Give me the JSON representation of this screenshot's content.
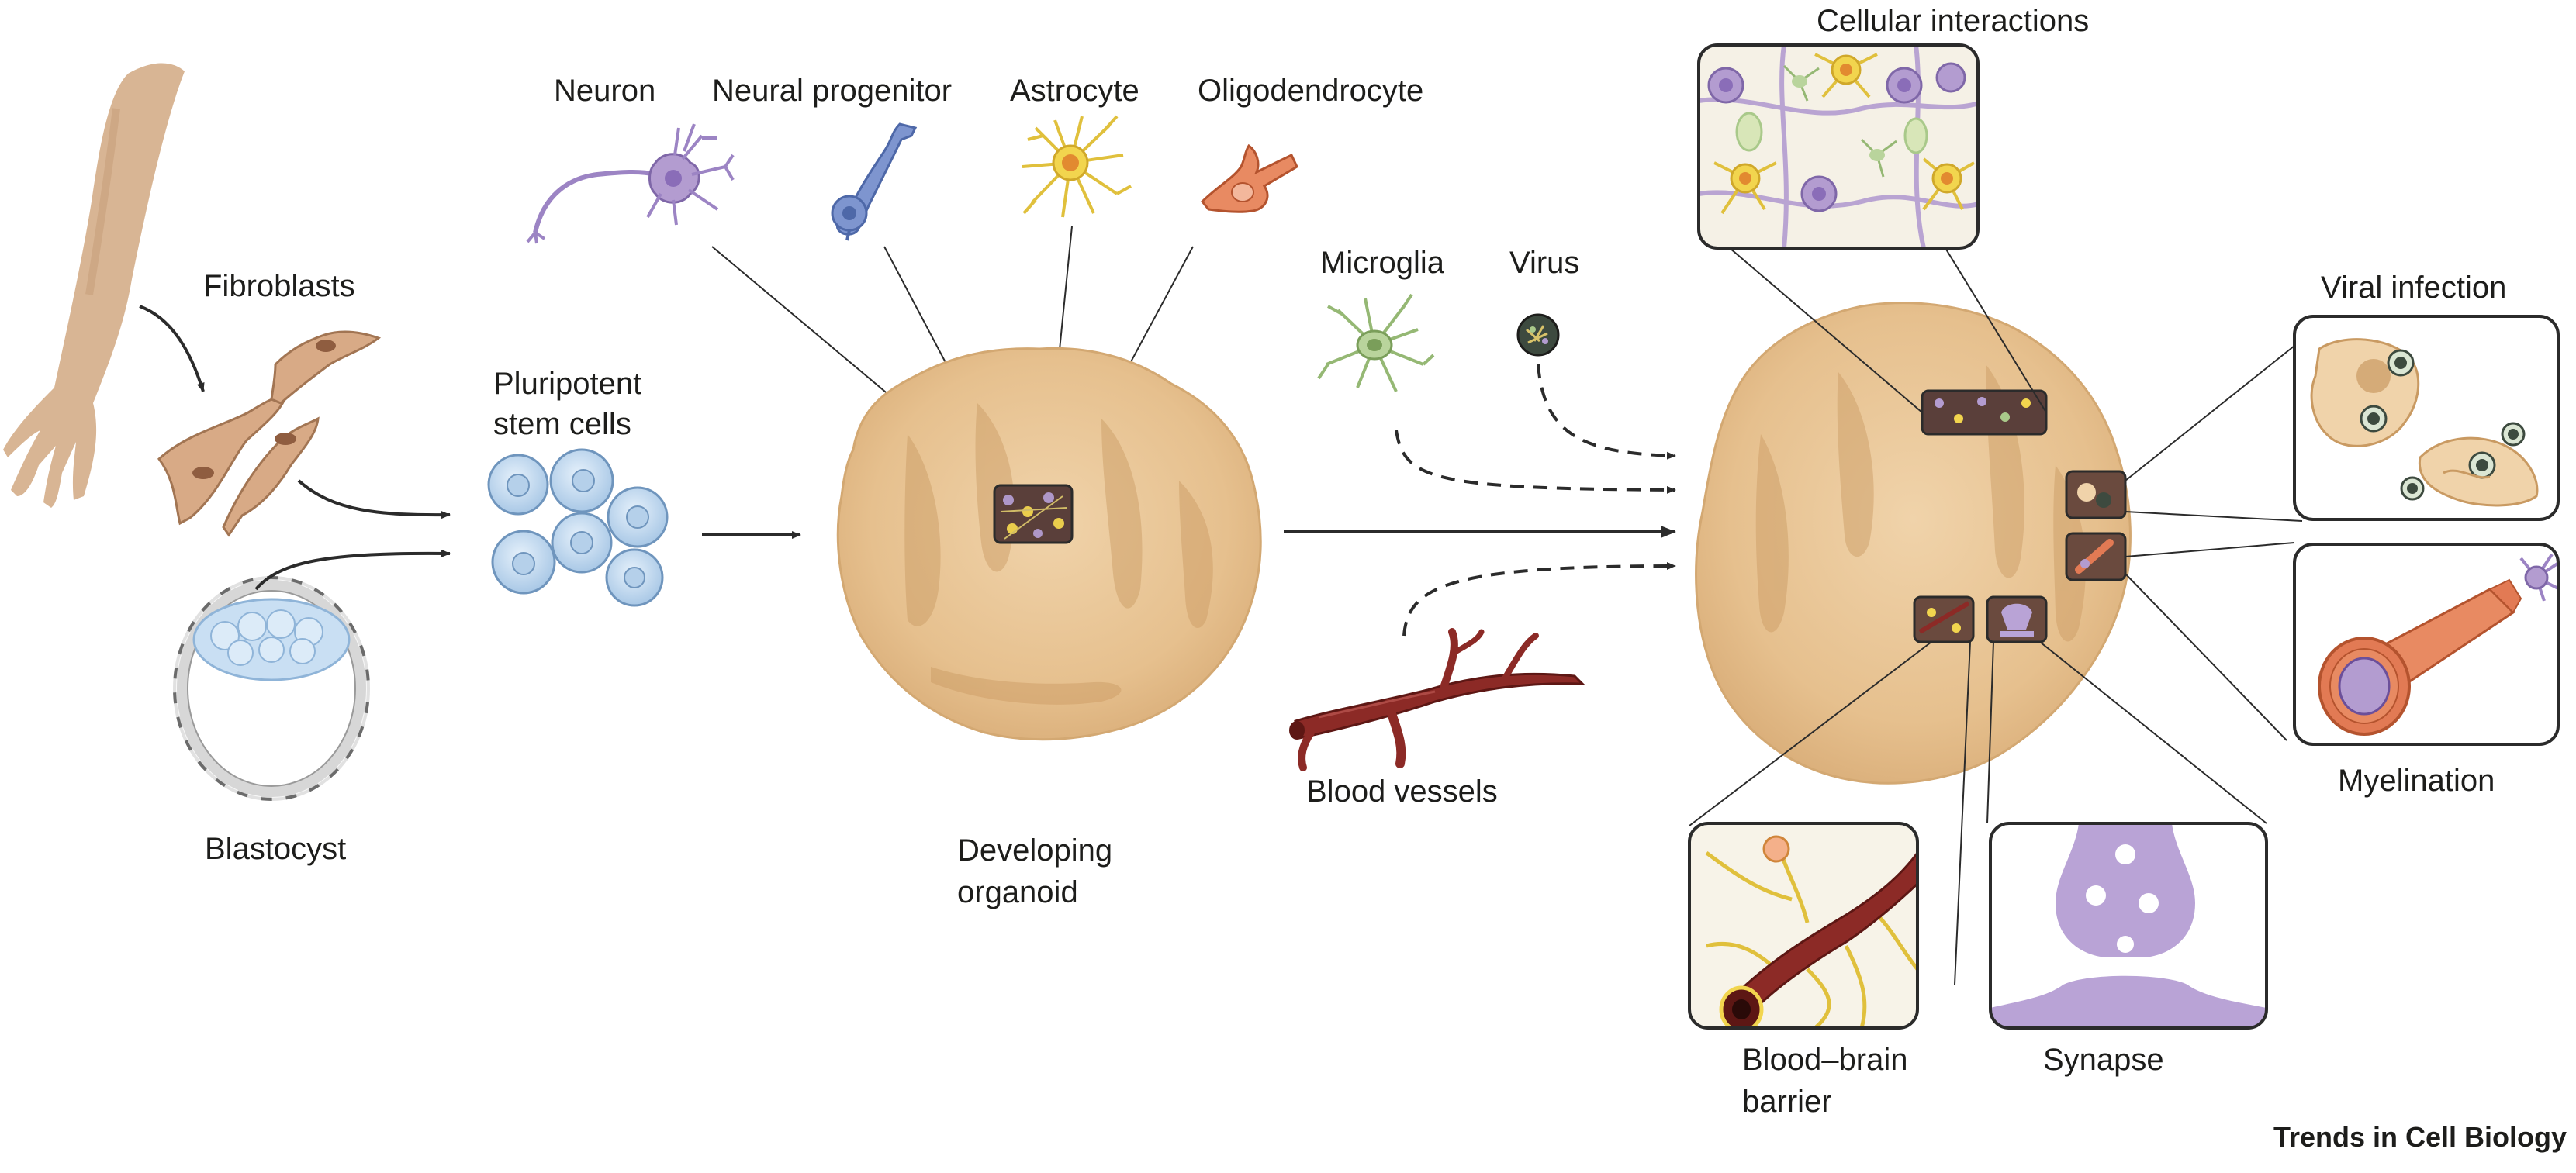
{
  "labels": {
    "fibroblasts": "Fibroblasts",
    "blastocyst": "Blastocyst",
    "pluripotent_line1": "Pluripotent",
    "pluripotent_line2": "stem cells",
    "neuron": "Neuron",
    "neural_progenitor": "Neural progenitor",
    "astrocyte": "Astrocyte",
    "oligodendrocyte": "Oligodendrocyte",
    "developing_line1": "Developing",
    "developing_line2": "organoid",
    "microglia": "Microglia",
    "virus": "Virus",
    "blood_vessels": "Blood vessels",
    "cellular_interactions": "Cellular interactions",
    "viral_infection": "Viral infection",
    "myelination": "Myelination",
    "bbb_line1": "Blood–brain",
    "bbb_line2": "barrier",
    "synapse": "Synapse"
  },
  "brand": "Trends in Cell Biology",
  "colors": {
    "organoid": "#e8c79a",
    "organoid_shadow": "#c99a62",
    "skin": "#d8b594",
    "stem_cell": "#c9dff3",
    "neuron": "#b39cd0",
    "progenitor": "#6d86c4",
    "astrocyte": "#f2d54e",
    "oligodendrocyte": "#e27a54",
    "microglia": "#a9c98a",
    "vessel": "#8c2a26",
    "synapse": "#b9a3d6"
  }
}
